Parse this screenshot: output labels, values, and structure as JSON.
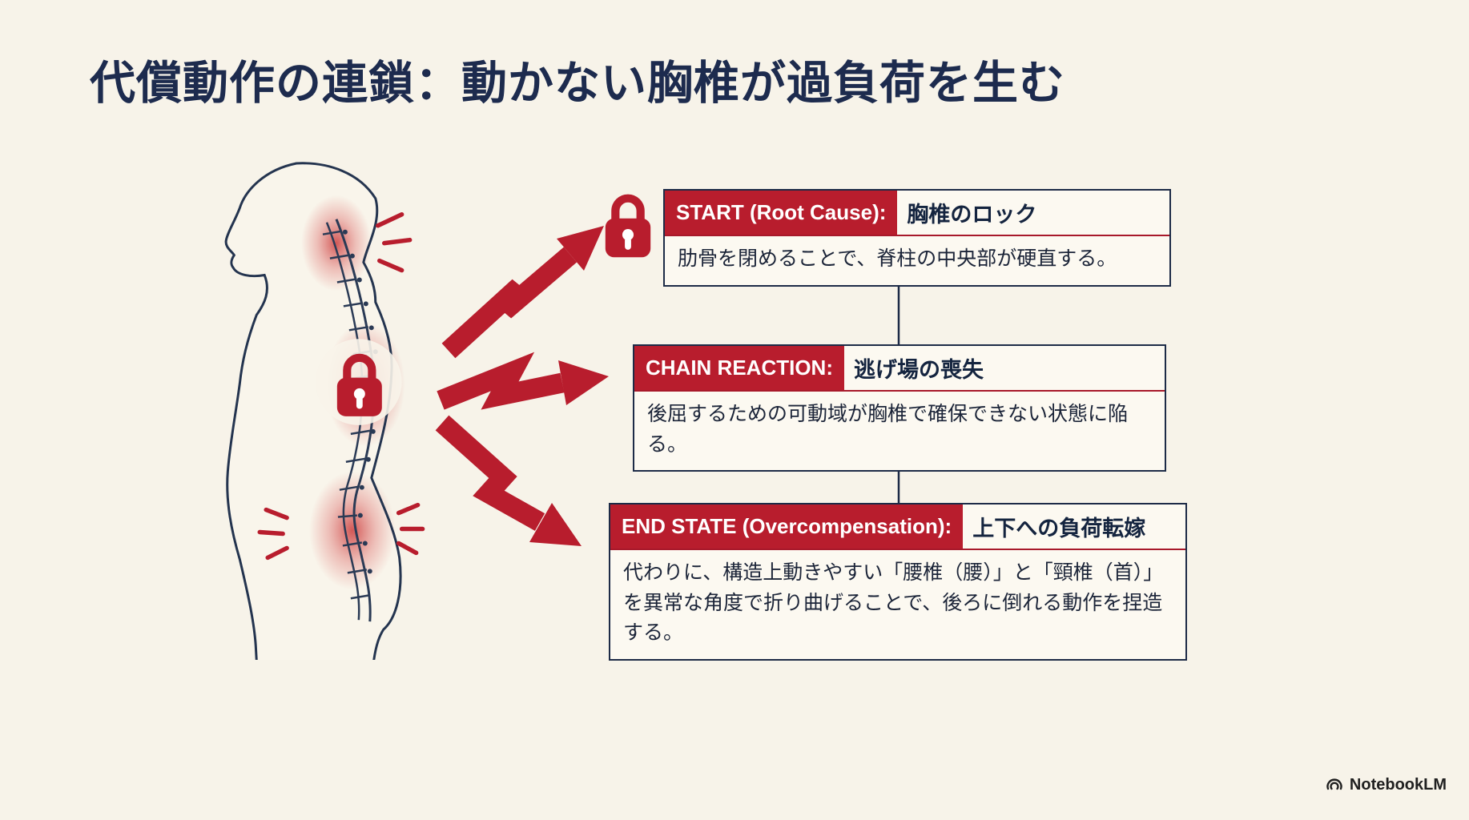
{
  "title": "代償動作の連鎖：動かない胸椎が過負荷を生む",
  "colors": {
    "background": "#f7f3e9",
    "accent_red": "#b81d2d",
    "navy": "#1d2b47",
    "box_background": "#fcf9f1"
  },
  "boxes": [
    {
      "label": "START (Root Cause):",
      "heading": "胸椎のロック",
      "body": "肋骨を閉めることで、脊柱の中央部が硬直する。"
    },
    {
      "label": "CHAIN REACTION:",
      "heading": "逃げ場の喪失",
      "body": "後屈するための可動域が胸椎で確保できない状態に陥る。"
    },
    {
      "label": "END STATE (Overcompensation):",
      "heading": "上下への負荷転嫁",
      "body": "代わりに、構造上動きやすい「腰椎（腰）」と「頸椎（首）」を異常な角度で折り曲げることで、後ろに倒れる動作を捏造する。"
    }
  ],
  "icons": {
    "lock": "lock-icon",
    "arrow": "lightning-arrow-icon",
    "logo": "notebooklm-logo-icon"
  },
  "watermark": "NotebookLM"
}
